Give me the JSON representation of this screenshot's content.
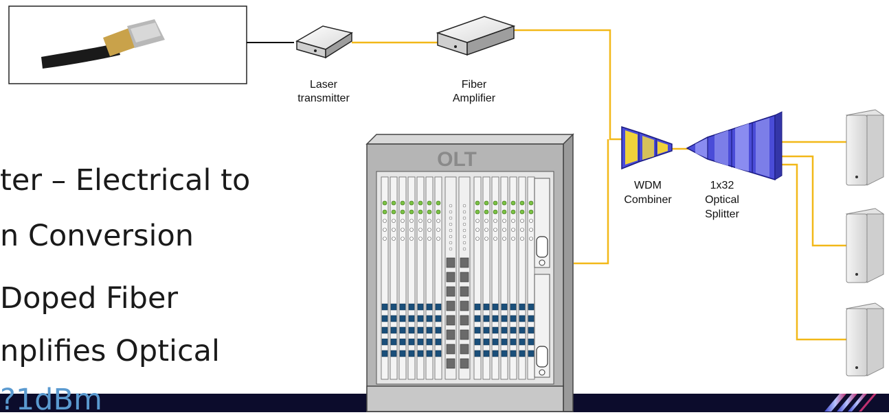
{
  "diagram": {
    "labels": {
      "laser_line1": "Laser",
      "laser_line2": "transmitter",
      "fiber_line1": "Fiber",
      "fiber_line2": "Amplifier",
      "olt": "OLT",
      "wdm_line1": "WDM",
      "wdm_line2": "Combiner",
      "splitter_line1": "1x32",
      "splitter_line2": "Optical",
      "splitter_line3": "Splitter"
    },
    "bullets": [
      "ter – Electrical to",
      "n Conversion",
      "Doped Fiber",
      "nplifies Optical",
      "?1dBm"
    ],
    "colors": {
      "fiber": "#f2b818",
      "splitter_blue": "#4a4cd8",
      "olt_gray": "#b5b5b5",
      "bar": "#0c0c2c"
    }
  }
}
